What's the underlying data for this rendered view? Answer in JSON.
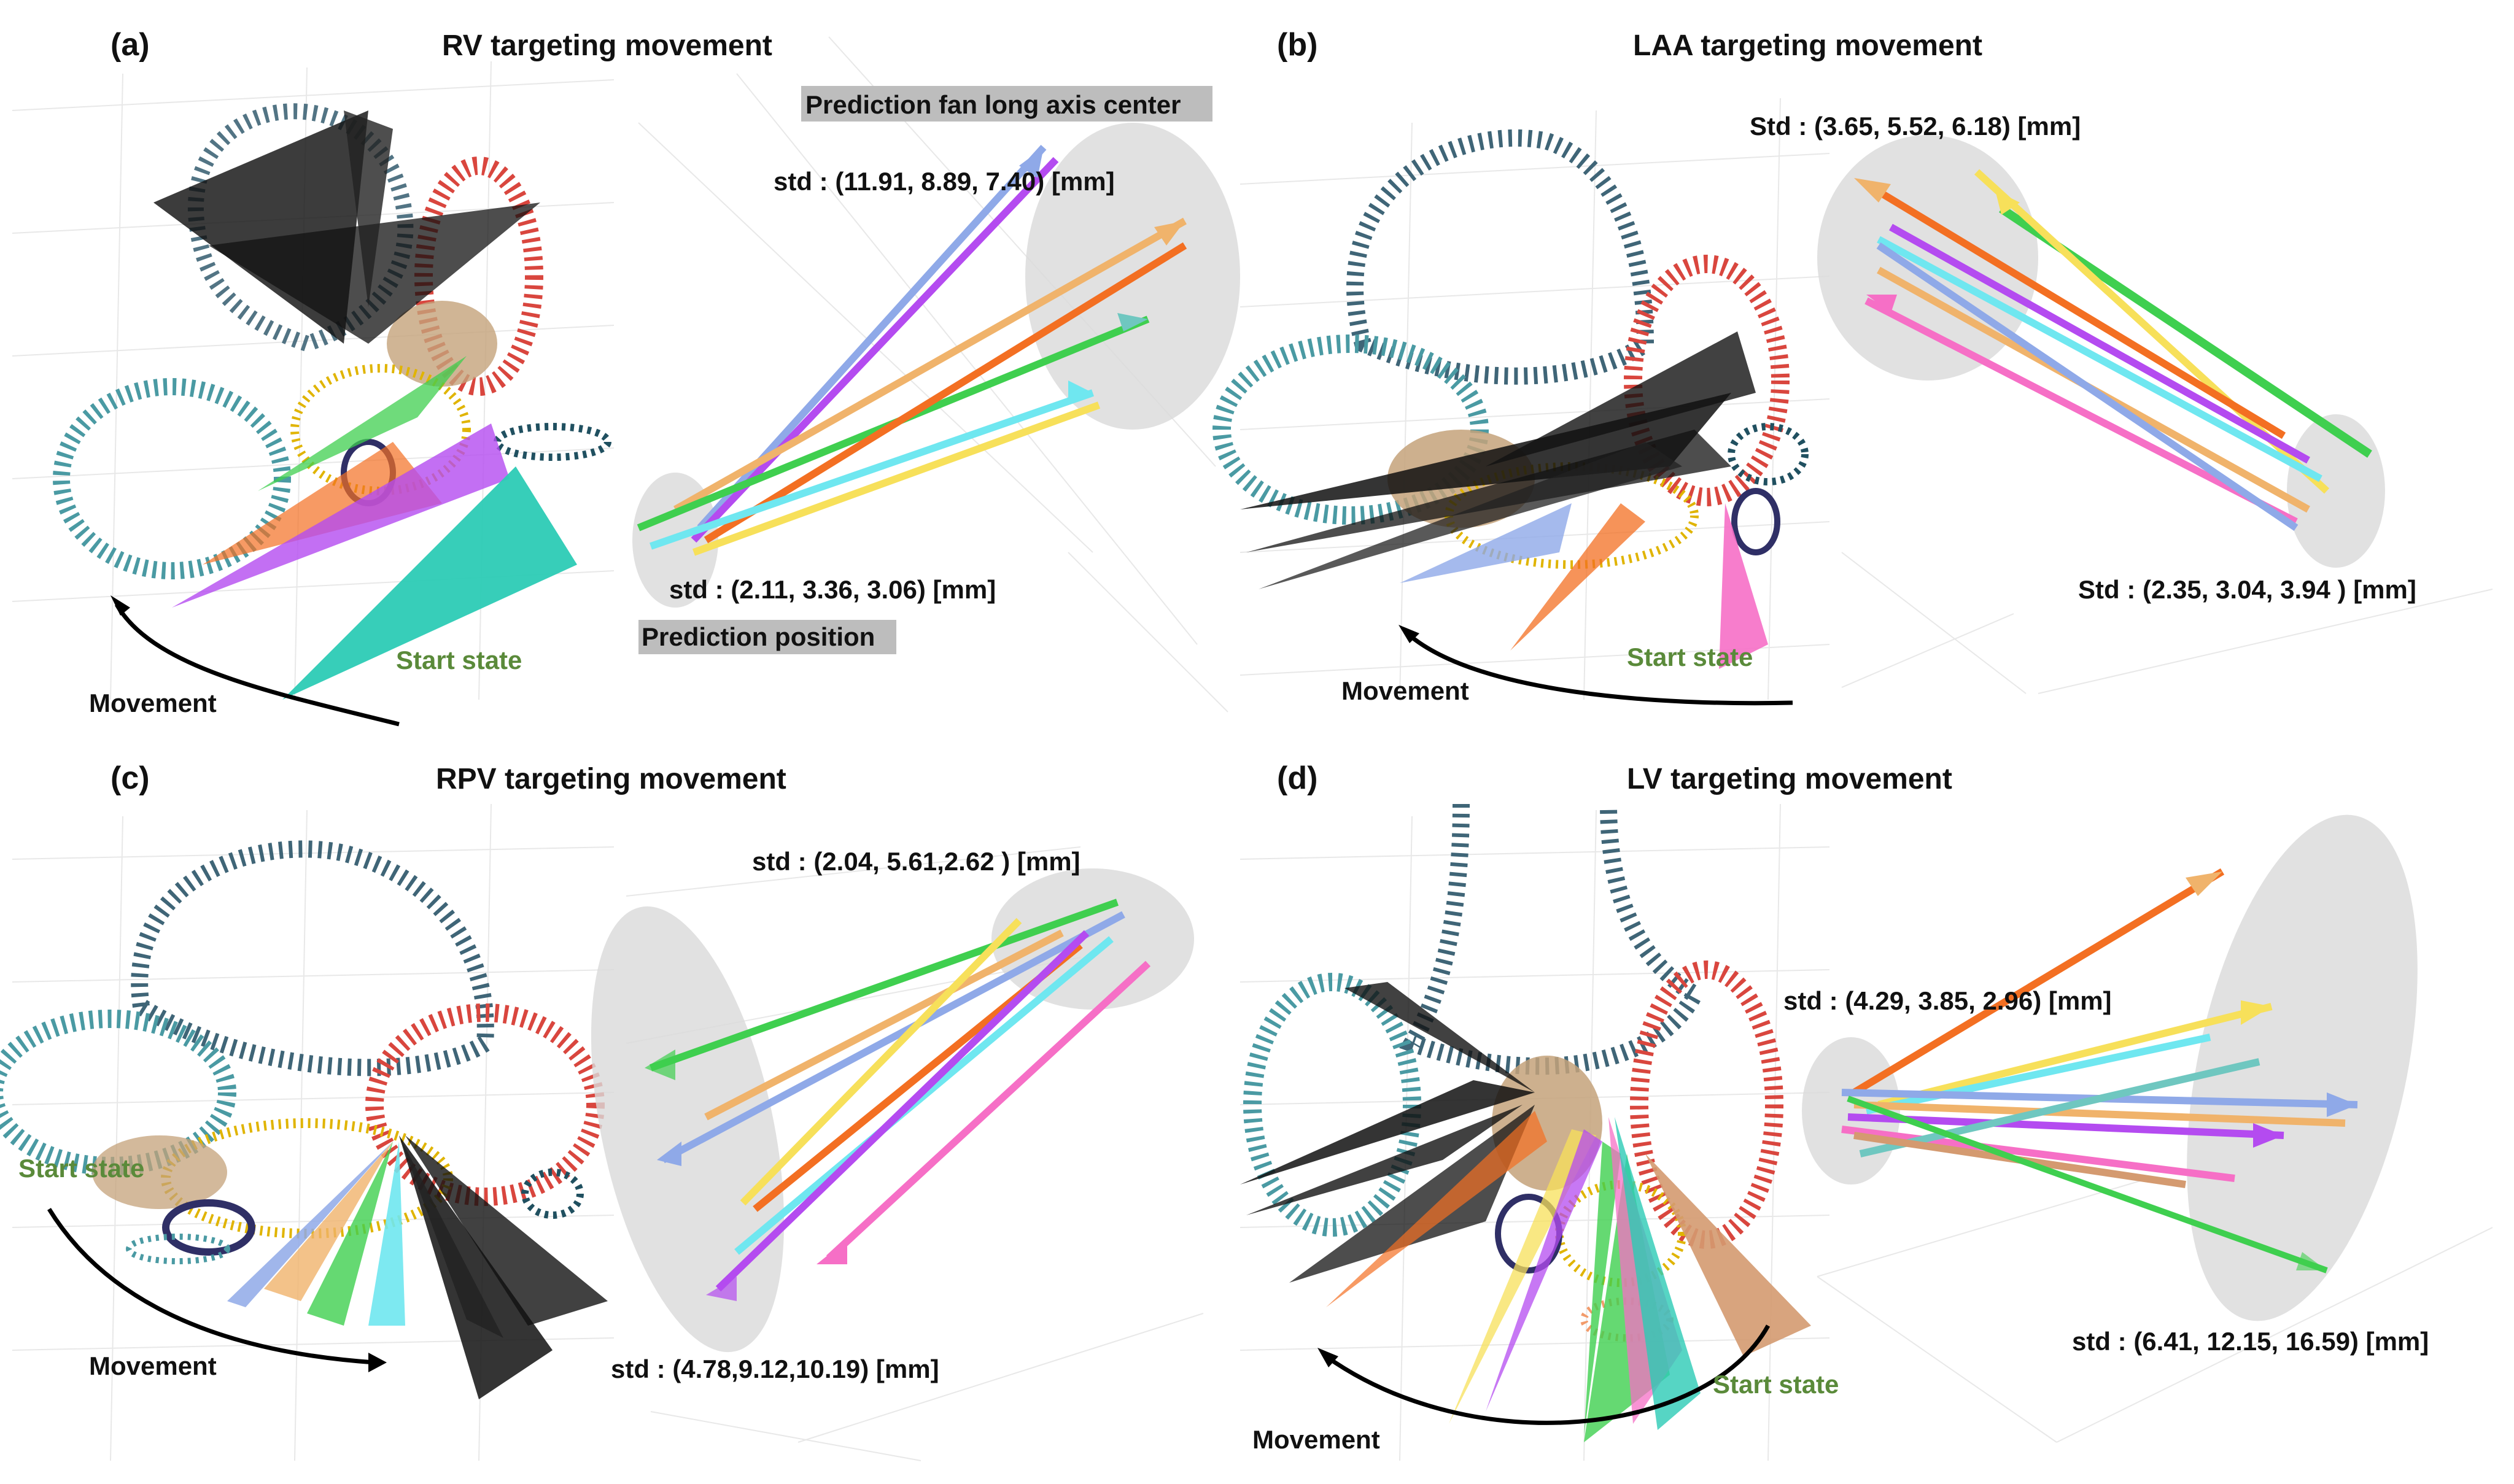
{
  "panels": [
    {
      "label": "(a)",
      "title": "RV targeting movement",
      "movement": "Movement",
      "start_state": "Start state",
      "std_top": "std : (11.91, 8.89, 7.40) [mm]",
      "std_bottom": "std : (2.11, 3.36, 3.06) [mm]",
      "tag_fan": "Prediction fan long axis center",
      "tag_position": "Prediction position"
    },
    {
      "label": "(b)",
      "title": "LAA targeting movement",
      "movement": "Movement",
      "start_state": "Start state",
      "std_top": "Std : (3.65, 5.52, 6.18) [mm]",
      "std_bottom": "Std : (2.35, 3.04, 3.94 ) [mm]"
    },
    {
      "label": "(c)",
      "title": "RPV targeting movement",
      "movement": "Movement",
      "start_state": "Start state",
      "std_top": "std : (2.04, 5.61,2.62 ) [mm]",
      "std_bottom": "std : (4.78,9.12,10.19) [mm]"
    },
    {
      "label": "(d)",
      "title": "LV targeting movement",
      "movement": "Movement",
      "start_state": "Start state",
      "std_top": "std : (4.29, 3.85, 2.96) [mm]",
      "std_bottom": "std : (6.41, 12.15, 16.59) [mm]"
    }
  ],
  "colors": {
    "point_cloud_dark": "#3f6577",
    "point_cloud_teal": "#4a9aa3",
    "point_cloud_red": "#d9463e",
    "point_cloud_tan": "#c4a27a",
    "point_cloud_yellow": "#e0b400",
    "point_cloud_navy": "#2f2f66",
    "fan_black": "#111111",
    "ellipse_gray": "#d9d9d9",
    "start_state_text": "#5a8a3a",
    "arrow_palette": [
      "#8fa9e8",
      "#b44bf0",
      "#f0b36b",
      "#3fcf4f",
      "#f36f22",
      "#f66fc6",
      "#6fe7f0",
      "#f7e05a",
      "#6fc7c0",
      "#f2a0d8"
    ]
  }
}
